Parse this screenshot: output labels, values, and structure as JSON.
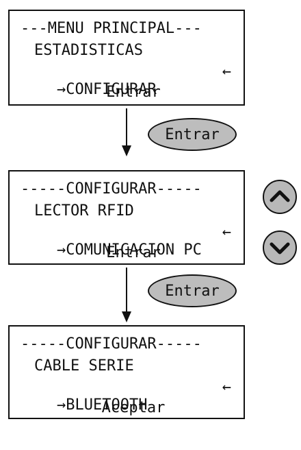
{
  "screens": [
    {
      "title": "---MENU PRINCIPAL---",
      "items": [
        "ESTADISTICAS",
        "CONFIGURAR"
      ],
      "selected_marker": "→",
      "selected_marker_right": "←",
      "action": "Entrar"
    },
    {
      "title": "-----CONFIGURAR-----",
      "items": [
        "LECTOR RFID",
        "COMUNICACION PC"
      ],
      "selected_marker": "→",
      "selected_marker_right": "←",
      "action": "Entrar"
    },
    {
      "title": "-----CONFIGURAR-----",
      "items": [
        "CABLE SERIE",
        "BLUETOOTH"
      ],
      "selected_marker": "→",
      "selected_marker_right": "←",
      "action": "Aceptar"
    }
  ],
  "buttons": {
    "enter_1": "Entrar",
    "enter_2": "Entrar"
  },
  "nav_icons": [
    "up-arrow-icon",
    "down-arrow-icon"
  ]
}
